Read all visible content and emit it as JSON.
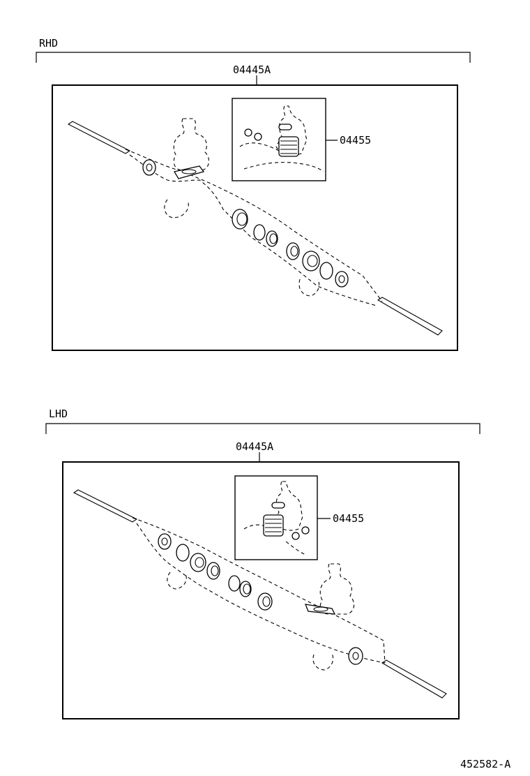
{
  "sections": [
    {
      "region_label": "RHD",
      "assembly_code": "04445A",
      "kit_code": "04455"
    },
    {
      "region_label": "LHD",
      "assembly_code": "04445A",
      "kit_code": "04455"
    }
  ],
  "figure_code": "452582-A"
}
